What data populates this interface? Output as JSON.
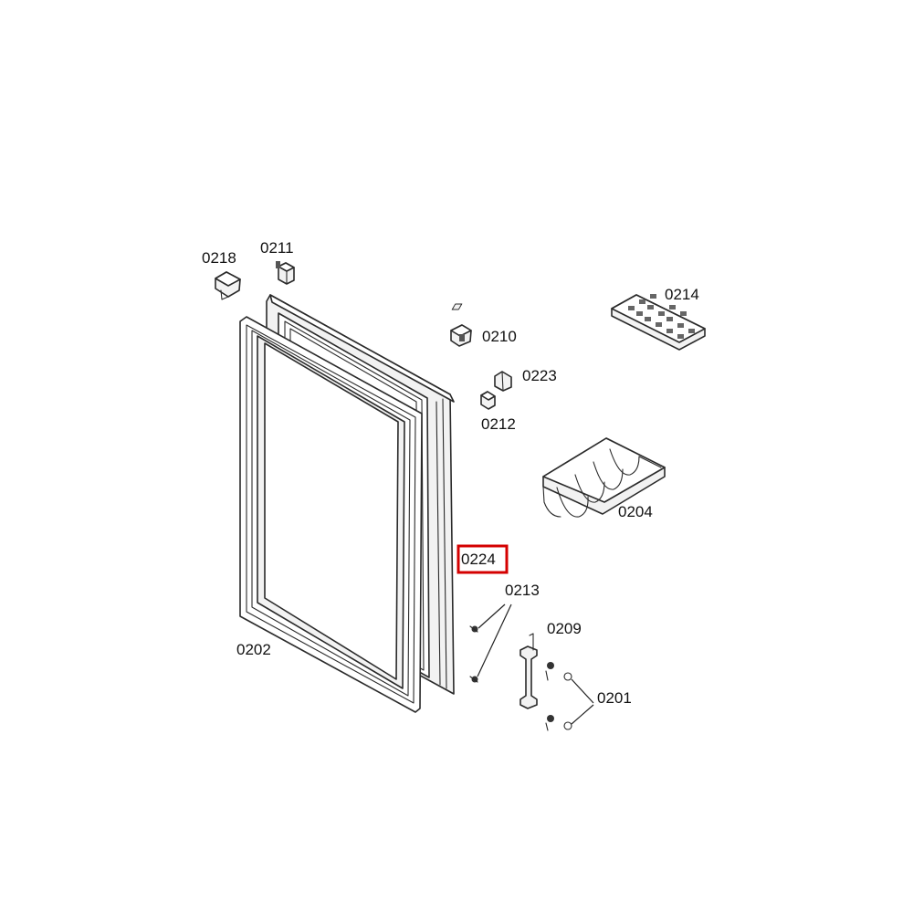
{
  "diagram": {
    "highlight_color": "#d40000",
    "highlighted_part": "0224",
    "labels": {
      "p0218": "0218",
      "p0211": "0211",
      "p0214": "0214",
      "p0210": "0210",
      "p0223": "0223",
      "p0212": "0212",
      "p0204": "0204",
      "p0224": "0224",
      "p0213": "0213",
      "p0209": "0209",
      "p0201": "0201",
      "p0202": "0202"
    }
  }
}
